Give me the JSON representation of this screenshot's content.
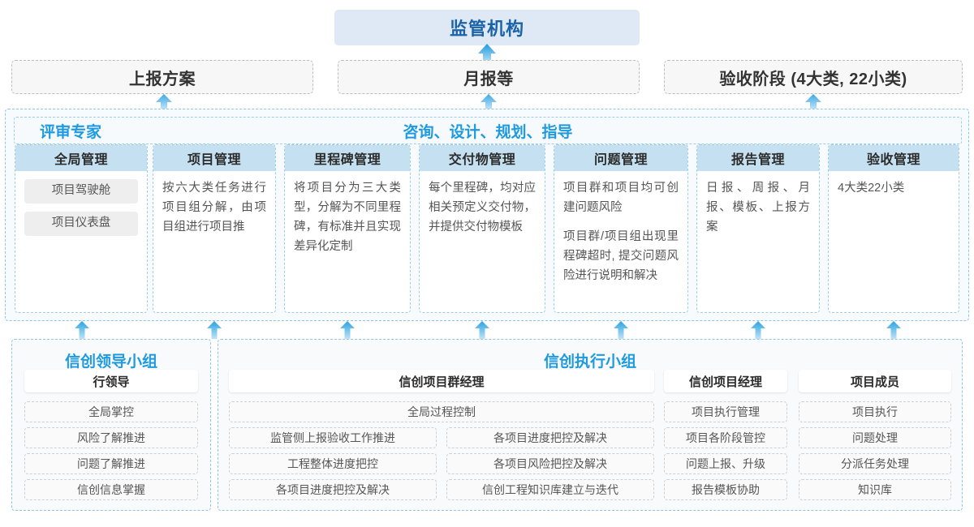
{
  "top": {
    "regulator": "监管机构",
    "reports": [
      {
        "label": "上报方案"
      },
      {
        "label": "月报等"
      },
      {
        "label": "验收阶段 (4大类, 22小类)"
      }
    ]
  },
  "middle": {
    "title_left": "评审专家",
    "title_center": "咨询、设计、规划、指导",
    "modules": [
      {
        "head": "全局管理",
        "pills": [
          "项目驾驶舱",
          "项目仪表盘"
        ],
        "paragraphs": []
      },
      {
        "head": "项目管理",
        "pills": [],
        "paragraphs": [
          "按六大类任务进行项目组分解，由项目组进行项目推"
        ]
      },
      {
        "head": "里程碑管理",
        "pills": [],
        "paragraphs": [
          "将项目分为三大类型，分解为不同里程碑，有标准并且实现差异化定制"
        ]
      },
      {
        "head": "交付物管理",
        "pills": [],
        "paragraphs": [
          "每个里程碑，均对应相关预定义交付物，并提供交付物模板"
        ]
      },
      {
        "head": "问题管理",
        "pills": [],
        "paragraphs": [
          "项目群和项目均可创建问题风险",
          "项目群/项目组出现里程碑超时, 提交问题风险进行说明和解决"
        ]
      },
      {
        "head": "报告管理",
        "pills": [],
        "paragraphs": [
          "日报、周报、月报、模板、上报方案"
        ]
      },
      {
        "head": "验收管理",
        "pills": [],
        "paragraphs": [
          "4大类22小类"
        ]
      }
    ]
  },
  "bottom": {
    "leader_group": {
      "title": "信创领导小组",
      "role": "行领导",
      "tasks": [
        "全局掌控",
        "风险了解推进",
        "问题了解推进",
        "信创信息掌握"
      ]
    },
    "exec_group": {
      "title": "信创执行小组",
      "program_manager": {
        "role": "信创项目群经理",
        "full_width_task": "全局过程控制",
        "left_tasks": [
          "监管侧上报验收工作推进",
          "工程整体进度把控",
          "各项目进度把控及解决"
        ],
        "right_tasks": [
          "各项目进度把控及解决",
          "各项目风险把控及解决",
          "信创工程知识库建立与迭代"
        ]
      },
      "project_manager": {
        "role": "信创项目经理",
        "tasks": [
          "项目执行管理",
          "项目各阶段管控",
          "问题上报、升级",
          "报告模板协助"
        ]
      },
      "member": {
        "role": "项目成员",
        "tasks": [
          "项目执行",
          "问题处理",
          "分派任务处理",
          "知识库"
        ]
      }
    }
  },
  "colors": {
    "accent_blue": "#1e9ae0",
    "header_blue": "#c5e0f0",
    "regulator_bg": "#dee9f5",
    "regulator_text": "#1b63a8",
    "arrow": "#29a3e0"
  }
}
